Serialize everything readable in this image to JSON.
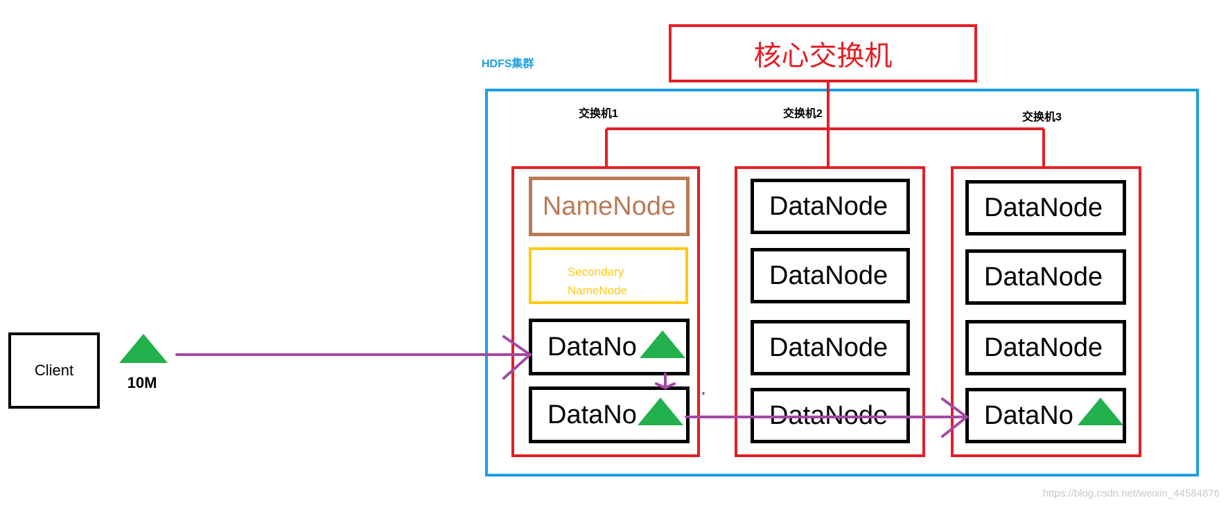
{
  "client": {
    "label": "Client"
  },
  "block_size_label": "10M",
  "cluster": {
    "label": "HDFS集群"
  },
  "core_switch": {
    "label": "核心交换机"
  },
  "switches": [
    {
      "label": "交换机1"
    },
    {
      "label": "交换机2"
    },
    {
      "label": "交换机3"
    }
  ],
  "rack1": {
    "namenode": "NameNode",
    "secondary_namenode_line1": "Secondary",
    "secondary_namenode_line2": "NameNode",
    "datanode_a": "DataNo",
    "datanode_b": "DataNo"
  },
  "rack2": {
    "datanodes": [
      "DataNode",
      "DataNode",
      "DataNode",
      "DataNode"
    ]
  },
  "rack3": {
    "datanodes": [
      "DataNode",
      "DataNode",
      "DataNode",
      "DataNo"
    ]
  },
  "watermark": "https://blog.csdn.net/weixin_44584876",
  "colors": {
    "cluster": "#1a9fe0",
    "switch": "#e31e25",
    "namenode": "#b97a56",
    "secondary_namenode": "#ffc90e",
    "block": "#22b14c",
    "arrow": "#a349a4"
  },
  "icons": {
    "block": "green-triangle-block-icon"
  }
}
